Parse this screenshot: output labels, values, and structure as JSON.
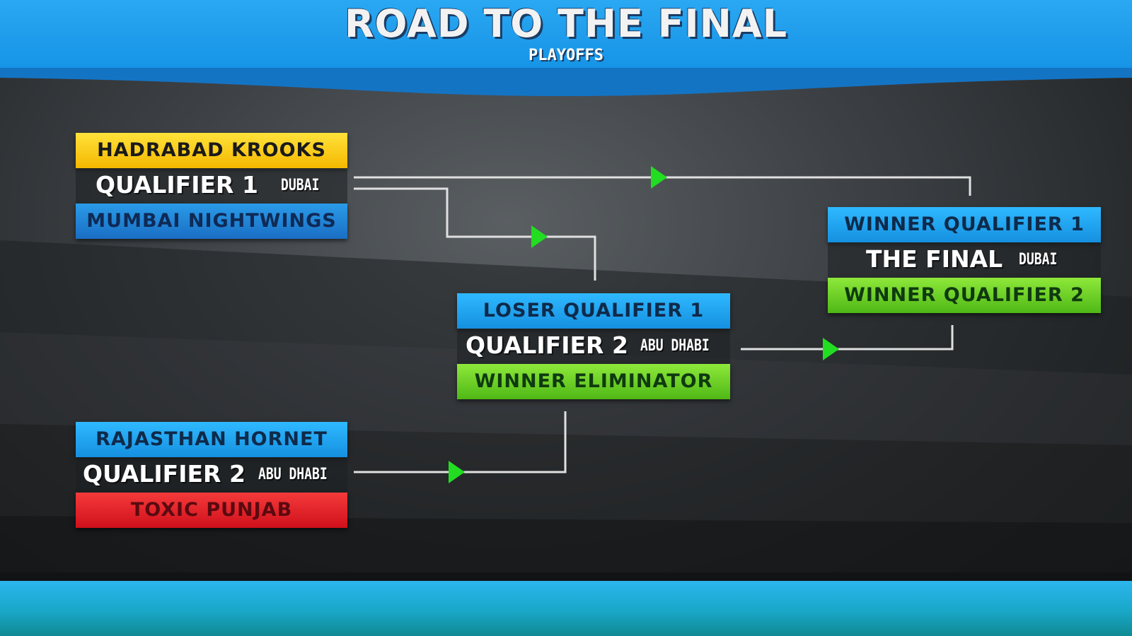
{
  "header": {
    "title": "ROAD TO THE FINAL",
    "subtitle": "PLAYOFFS"
  },
  "matches": {
    "q1": {
      "team_top": "HADRABAD KROOKS",
      "stage": "QUALIFIER 1",
      "venue": "DUBAI",
      "team_bottom": "MUMBAI NIGHTWINGS"
    },
    "elim": {
      "team_top": "RAJASTHAN HORNET",
      "stage": "QUALIFIER 2",
      "venue": "ABU DHABI",
      "team_bottom": "TOXIC PUNJAB"
    },
    "q2": {
      "team_top": "LOSER QUALIFIER 1",
      "stage": "QUALIFIER 2",
      "venue": "ABU DHABI",
      "team_bottom": "WINNER ELIMINATOR"
    },
    "final": {
      "team_top": "WINNER QUALIFIER 1",
      "stage": "THE FINAL",
      "venue": "DUBAI",
      "team_bottom": "WINNER  QUALIFIER 2"
    }
  },
  "colors": {
    "header_blue": "#1593e6",
    "yellow": "#f4b800",
    "blue": "#1590e0",
    "green": "#4fb816",
    "red": "#d0101c",
    "arrow_green": "#22dd22",
    "connector": "#e0e0e0"
  },
  "icons": {
    "arrow": "arrow-right-icon"
  }
}
